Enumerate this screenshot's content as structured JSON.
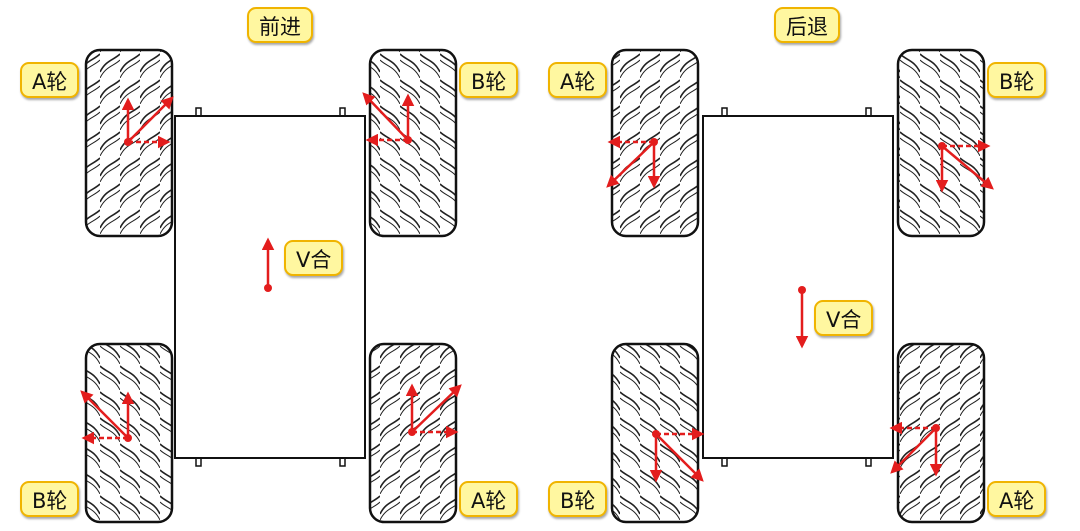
{
  "diagrams": [
    {
      "title": "前进",
      "wheels": {
        "top_left": "A轮",
        "top_right": "B轮",
        "bottom_left": "B轮",
        "bottom_right": "A轮"
      },
      "resultant_label": "V合",
      "resultant_direction": "up"
    },
    {
      "title": "后退",
      "wheels": {
        "top_left": "A轮",
        "top_right": "B轮",
        "bottom_left": "B轮",
        "bottom_right": "A轮"
      },
      "resultant_label": "V合",
      "resultant_direction": "down"
    }
  ],
  "colors": {
    "arrow": "#e31d1d",
    "label_fill": "#fff7a0",
    "label_border": "#f0b400",
    "outline": "#111111"
  }
}
